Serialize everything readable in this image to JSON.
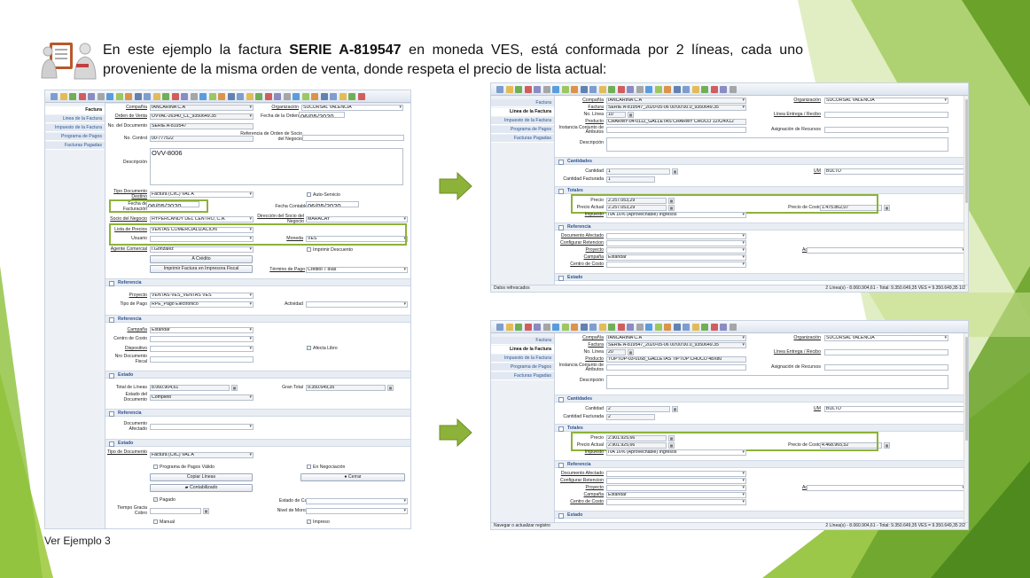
{
  "intro": {
    "before": "En este ejemplo la factura ",
    "bold": "SERIE A-819547",
    "after": " en moneda VES, está conformada por 2 líneas, cada uno proveniente de la misma orden de venta, donde respeta el precio de lista actual:"
  },
  "footer_link": "Ver Ejemplo 3",
  "colors": {
    "accent": "#8db23a",
    "green_dark": "#5f8f1e",
    "green_light": "#a9cf54",
    "nav_blue": "#2f5591"
  },
  "left": {
    "tabs": [
      "Factura",
      "Linea de la Factura",
      "Impuesto de la Factura",
      "Programa de Pagos",
      "Facturas Pagadas"
    ],
    "fields": {
      "compania_l": "Compañía",
      "compania_v": "IANCARINA C.A",
      "organizacion_l": "Organización",
      "organizacion_v": "SUCURSAL VALENCIA",
      "orden_l": "Orden de Venta",
      "orden_v": "OVVAL-26340_CL_9350649.35",
      "fecha_orden_l": "Fecha de la Orden",
      "fecha_orden_v": "06/05/2020",
      "nodoc_l": "No. del Documento",
      "nodoc_v": "SERIE A-819547",
      "ref_l": "Referencia de Orden de Socio del Negocio",
      "control_l": "No. Control",
      "control_v": "00-777522",
      "desc_l": "Descripción",
      "desc_v": "OVV-8006",
      "tipodoc_l": "Tipo Documento Destino",
      "tipodoc_v": "Factura (CxC) VAL A",
      "autoserv_l": "Auto-Servicio",
      "fechafact_l": "Fecha de Facturación",
      "fechafact_v": "06/05/2020",
      "fechacont_l": "Fecha Contable",
      "fechacont_v": "06/05/2020",
      "socio_l": "Socio del Negocio",
      "socio_v": "HYPERCANDY DEL CENTRO, C.A.",
      "dir_l": "Dirección del Socio del Negocio",
      "dir_v": "MARACAY",
      "lista_l": "Lista de Precios",
      "lista_v": "VENTAS COMERCIALIZACION",
      "usuario_l": "Usuario",
      "moneda_l": "Moneda",
      "moneda_v": "VES",
      "agente_l": "Agente Comercial",
      "agente_v": "I.Gonzalez",
      "imprdesc_l": "Imprimir Descuento",
      "acredito_btn": "A Crédito",
      "imprimir_btn": "Imprimir Factura en Impresora Fiscal",
      "termino_l": "Término de Pago",
      "termino_v": "Crédito 7 días"
    },
    "sec_referencia": "Referencia",
    "proyecto_l": "Proyecto",
    "proyecto_v": "VENTAS-VES_VENTAS VES",
    "tipopago_l": "Tipo de Pago",
    "tipopago_v": "RPE_Pago Electrónico",
    "actividad_l": "Actividad",
    "sec_referencia2": "Referencia",
    "campana_l": "Campaña",
    "campana_v": "Estándar",
    "ccosto_l": "Centro de Costo",
    "dispositivo_l": "Dispositivo",
    "afecta_l": "Afecta Libro",
    "nrofiscal_l": "Nro Documento Fiscal",
    "sec_estado": "Estado",
    "totallineas_l": "Total de Líneas",
    "totallineas_v": "8.060.904,61",
    "grantotal_l": "Gran Total",
    "grantotal_v": "9.350.649,35",
    "estadodoc_l": "Estado del Documento",
    "estadodoc_v": "Completo",
    "sec_referencia3": "Referencia",
    "docafect_l": "Documento Afectado",
    "sec_estado2": "Estado",
    "tipodoc2_l": "Tipo de Documento",
    "tipodoc2_v": "Factura (CxC) VAL A",
    "progvalido_l": "Programa de Pagos Válido",
    "negoc_l": "En Negociación",
    "copiar_btn": "Copiar Líneas",
    "cerrar_btn": "Cerrar",
    "contab_btn": "Contabilizado",
    "pagado_l": "Pagado",
    "estcartera_l": "Estado de Cartera",
    "tiempo_l": "Tiempo Gracia Cobro",
    "morosidad_l": "Nivel de Morosidad",
    "manual_l": "Manual",
    "impreso_l": "Impreso",
    "aplica_l": "Aplica Impuesto Especial"
  },
  "line_panel_labels": {
    "tabs": [
      "Factura",
      "Linea de la Factura",
      "Impuesto de la Factura",
      "Programa de Pagos",
      "Facturas Pagadas"
    ],
    "compania_l": "Compañía",
    "organizacion_l": "Organización",
    "factura_l": "Factura",
    "nolinea_l": "No. Línea",
    "entrega_l": "Línea Entrega / Recibo",
    "producto_l": "Producto",
    "instancia_l": "Instancia Conjunto de Atributos",
    "asignacion_l": "Asignación de Recursos",
    "descripcion_l": "Descripción",
    "sec_cantidades": "Cantidades",
    "cantidad_l": "Cantidad",
    "um_l": "UM",
    "cantfact_l": "Cantidad Facturada",
    "sec_totales": "Totales",
    "precio_l": "Precio",
    "precioact_l": "Precio Actual",
    "preciocosto_l": "Precio de Costo",
    "impuesto_l": "Impuesto",
    "sec_referencia": "Referencia",
    "docafect_l": "Documento Afectado",
    "confret_l": "Configurar Retencion",
    "proyecto_l": "Proyecto",
    "campana_l": "Campaña",
    "ccosto_l": "Centro de Costo",
    "actividad_l": "Actividad",
    "sec_estado": "Estado"
  },
  "line1": {
    "compania": "IANCARINA C.A",
    "organizacion": "SUCURSAL VALENCIA",
    "factura": "SERIE A-819547_2020-05-06 00:00:00.0_9350649.35",
    "nolinea": "10",
    "producto": "CHARMY-04-0112_GALLETAS CHARMY CHOCO 12X24X12",
    "cantidad": "1",
    "um": "BULTO",
    "cantfact": "1",
    "precio": "2.257.053,29",
    "precioact": "2.257.053,29",
    "preciocosto": "1.475.862,07",
    "impuesto": "IVA 16% (Aprovechable) Ingresos",
    "campana": "Estándar",
    "status_left": "Datos refrescados",
    "status_right": "2 Línea(s) - 8.060.904,61 - Total: 9.350.649,35 VES = 9.350.649,35",
    "page": "1/2"
  },
  "line2": {
    "compania": "IANCARINA C.A",
    "organizacion": "SUCURSAL VALENCIA",
    "factura": "SERIE A-819547_2020-05-06 00:00:00.0_9350649.35",
    "nolinea": "20",
    "producto": "TOPTOP-03-0168_GALLETAS TIPTOP CHOCO 48X80",
    "cantidad": "2",
    "um": "BULTO",
    "cantfact": "2",
    "precio": "2.901.925,66",
    "precioact": "2.901.925,66",
    "preciocosto": "4.468.965,52",
    "impuesto": "IVA 16% (Aprovechable) Ingresos",
    "campana": "Estándar",
    "status_left": "Navegar o actualizar registro",
    "status_right": "2 Línea(s) - 8.060.904,61 - Total: 9.350.649,35 VES = 9.350.649,35",
    "page": "2/2"
  }
}
